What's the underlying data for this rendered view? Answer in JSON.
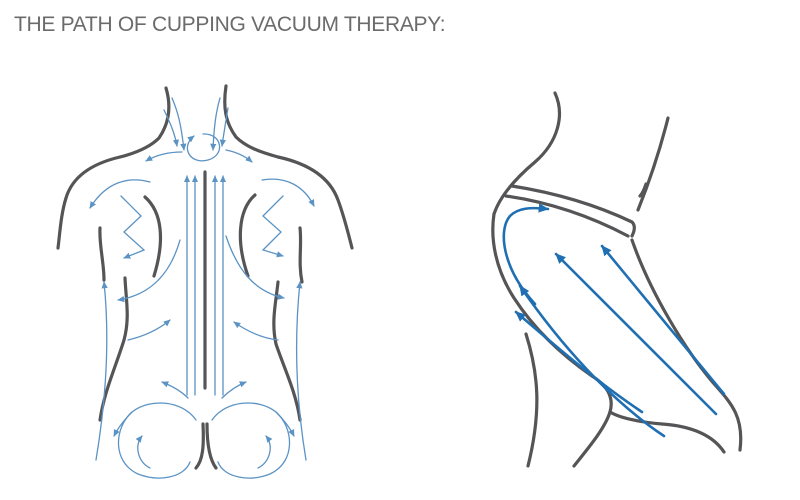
{
  "title": "THE PATH OF CUPPING VACUUM THERAPY:",
  "figures": [
    {
      "name": "back-view"
    },
    {
      "name": "side-leg-view"
    }
  ],
  "colors": {
    "outline": "#555557",
    "arrow_thin": "#5b93c4",
    "arrow_bold": "#1f6fb2",
    "title": "#6b6b6b"
  }
}
